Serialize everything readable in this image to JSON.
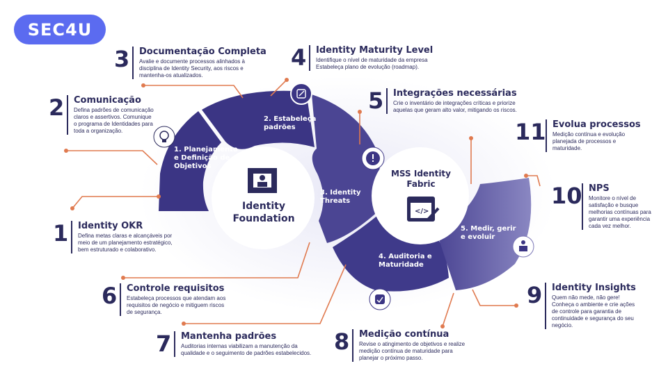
{
  "logo": {
    "text": "SEC4U"
  },
  "steps": [
    {
      "number": "1",
      "title": "Identity OKR",
      "description": "Defina metas claras e alcançáveis por\nmeio de um planejamento estratégico,\nbem estruturado e colaborativo."
    },
    {
      "number": "2",
      "title": "Comunicação",
      "description": "Defina padrões de comunicação\nclaros e assertivos. Comunique\no programa de Identidades para\ntoda a organização."
    },
    {
      "number": "3",
      "title": "Documentação Completa",
      "description": "Avalie e documente processos alinhados à\ndisciplina de Identity Security, aos riscos e\nmantenha-os atualizados."
    },
    {
      "number": "4",
      "title": "Identity Maturity Level",
      "description": "Identifique o nível de maturidade da empresa\nEstabeleça plano de evolução (roadmap)."
    },
    {
      "number": "5",
      "title": "Integrações necessárias",
      "description": "Crie o inventário de integrações críticas e priorize\naquelas que geram alto valor, mitigando os riscos."
    },
    {
      "number": "6",
      "title": "Controle requisitos",
      "description": "Estabeleça processos que atendam aos\nrequisitos de negócio e mitiguem riscos\nde segurança."
    },
    {
      "number": "7",
      "title": "Mantenha padrões",
      "description": "Auditorias internas viabilizam a manutenção da\nqualidade e o seguimento de padrões estabelecidos."
    },
    {
      "number": "8",
      "title": "Medição contínua",
      "description": "Revise o atingimento de objetivos e realize\nmedição contínua de maturidade para\nplanejar o próximo passo."
    },
    {
      "number": "9",
      "title": "Identity Insights",
      "description": "Quem não mede, não gere!\nConheça o ambiente e crie ações\nde controle para garantia de\ncontinuidade e segurança do seu\nnegócio."
    },
    {
      "number": "10",
      "title": "NPS",
      "description": "Monitore o nível de\nsatisfação e busque\nmelhorias contínuas para\ngarantir uma experiência\ncada vez melhor."
    },
    {
      "number": "11",
      "title": "Evolua processos",
      "description": "Medição contínua e evolução\nplanejada de processos e\nmaturidade."
    }
  ],
  "segments": [
    {
      "label": "1. Planejamento\ne Definição de\nObjetivos"
    },
    {
      "label": "2. Estabeleça\npadrões"
    },
    {
      "label": "3. Identity\nThreats"
    },
    {
      "label": "4. Auditoria e\nMaturidade"
    },
    {
      "label": "5. Medir, gerir\ne evoluir"
    }
  ],
  "center_left": {
    "label": "Identity\nFoundation",
    "icon": "id-badge-icon"
  },
  "center_right": {
    "label": "MSS Identity\nFabric",
    "icon": "code-wrench-icon"
  },
  "icons": [
    "lightbulb-icon",
    "edit-note-icon",
    "alert-icon",
    "check-badge-icon",
    "podium-user-icon"
  ],
  "colors": {
    "dark": "#2b2a5c",
    "segment_dark": "#3b3584",
    "segment_mid": "#4b4593",
    "segment_light": "#7a76b5",
    "connector": "#e07a4f",
    "logo": "#5b6bf0"
  }
}
